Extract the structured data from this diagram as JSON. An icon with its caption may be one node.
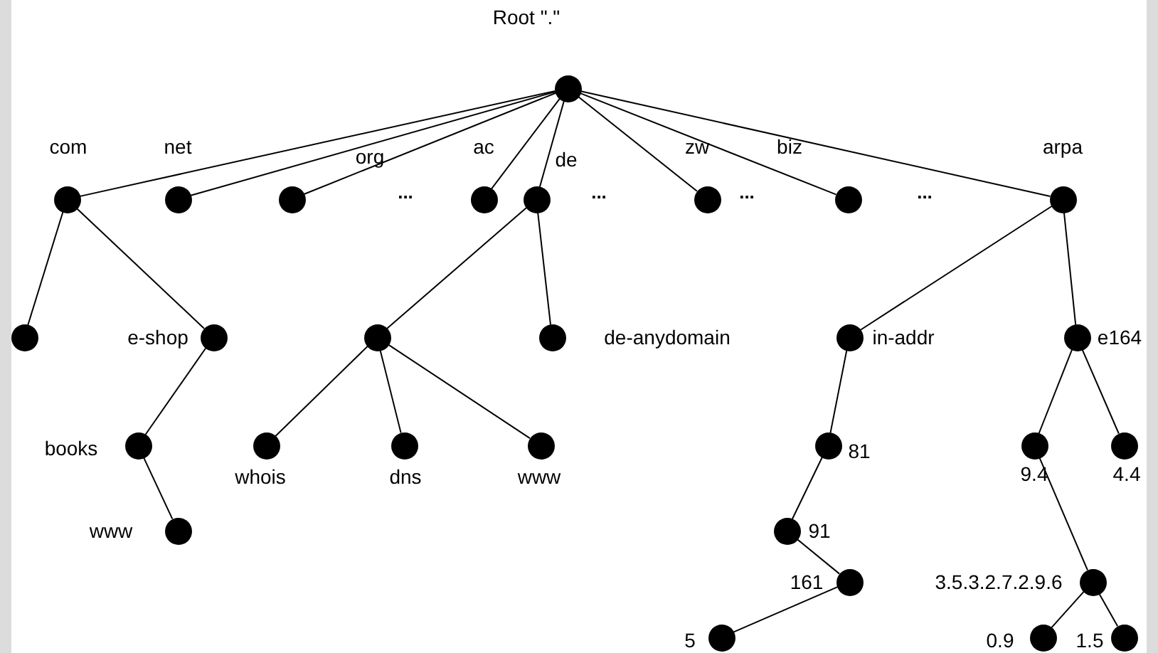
{
  "diagram": {
    "nodes": [
      {
        "text": [
          "Root \".\""
        ]
      },
      {
        "text": [
          "com"
        ]
      },
      {
        "text": [
          "net"
        ]
      },
      {
        "text": [
          "org"
        ]
      },
      {
        "text": [
          "ac"
        ]
      },
      {
        "text": [
          "de"
        ]
      },
      {
        "text": [
          "zw"
        ]
      },
      {
        "text": [
          "biz"
        ]
      },
      {
        "text": [
          "arpa"
        ]
      },
      {
        "text": [],
        "shape": "circle"
      },
      {
        "text": [
          "e-shop"
        ]
      },
      {
        "text": [],
        "shape": "circle"
      },
      {
        "text": [
          "de-anydomain"
        ]
      },
      {
        "text": [
          "in-addr"
        ]
      },
      {
        "text": [
          "e164"
        ]
      },
      {
        "text": [
          "books"
        ]
      },
      {
        "text": [
          "whois"
        ]
      },
      {
        "text": [
          "dns"
        ]
      },
      {
        "text": [
          "www"
        ]
      },
      {
        "text": [
          "81"
        ]
      },
      {
        "text": [
          "9.4"
        ]
      },
      {
        "text": [
          "4.4"
        ]
      },
      {
        "text": [
          "www"
        ]
      },
      {
        "text": [
          "91"
        ]
      },
      {
        "text": [
          "161"
        ]
      },
      {
        "text": [
          "3.5.3.2.7.2.9.6"
        ]
      },
      {
        "text": [
          "5"
        ]
      },
      {
        "text": [
          "0.9"
        ]
      },
      {
        "text": [
          "1.5"
        ]
      }
    ],
    "edges": [
      {
        "from": 0,
        "to": 1,
        "arrow": "none"
      },
      {
        "from": 0,
        "to": 2,
        "arrow": "none"
      },
      {
        "from": 0,
        "to": 3,
        "arrow": "none"
      },
      {
        "from": 0,
        "to": 4,
        "arrow": "none"
      },
      {
        "from": 0,
        "to": 5,
        "arrow": "none"
      },
      {
        "from": 0,
        "to": 6,
        "arrow": "none"
      },
      {
        "from": 0,
        "to": 7,
        "arrow": "none"
      },
      {
        "from": 0,
        "to": 8,
        "arrow": "none"
      },
      {
        "from": 1,
        "to": 9,
        "arrow": "none"
      },
      {
        "from": 1,
        "to": 10,
        "arrow": "none"
      },
      {
        "from": 10,
        "to": 15,
        "arrow": "none"
      },
      {
        "from": 15,
        "to": 22,
        "arrow": "none"
      },
      {
        "from": 5,
        "to": 11,
        "arrow": "none"
      },
      {
        "from": 5,
        "to": 12,
        "arrow": "none"
      },
      {
        "from": 11,
        "to": 16,
        "arrow": "none"
      },
      {
        "from": 11,
        "to": 17,
        "arrow": "none"
      },
      {
        "from": 11,
        "to": 18,
        "arrow": "none"
      },
      {
        "from": 8,
        "to": 13,
        "arrow": "none"
      },
      {
        "from": 8,
        "to": 14,
        "arrow": "none"
      },
      {
        "from": 13,
        "to": 19,
        "arrow": "none"
      },
      {
        "from": 19,
        "to": 23,
        "arrow": "none"
      },
      {
        "from": 23,
        "to": 24,
        "arrow": "none"
      },
      {
        "from": 24,
        "to": 26,
        "arrow": "none"
      },
      {
        "from": 14,
        "to": 20,
        "arrow": "none"
      },
      {
        "from": 14,
        "to": 21,
        "arrow": "none"
      },
      {
        "from": 20,
        "to": 25,
        "arrow": "none"
      },
      {
        "from": 25,
        "to": 27,
        "arrow": "none"
      },
      {
        "from": 25,
        "to": 28,
        "arrow": "none"
      }
    ],
    "labels": [
      "...",
      "...",
      "...",
      "..."
    ]
  }
}
